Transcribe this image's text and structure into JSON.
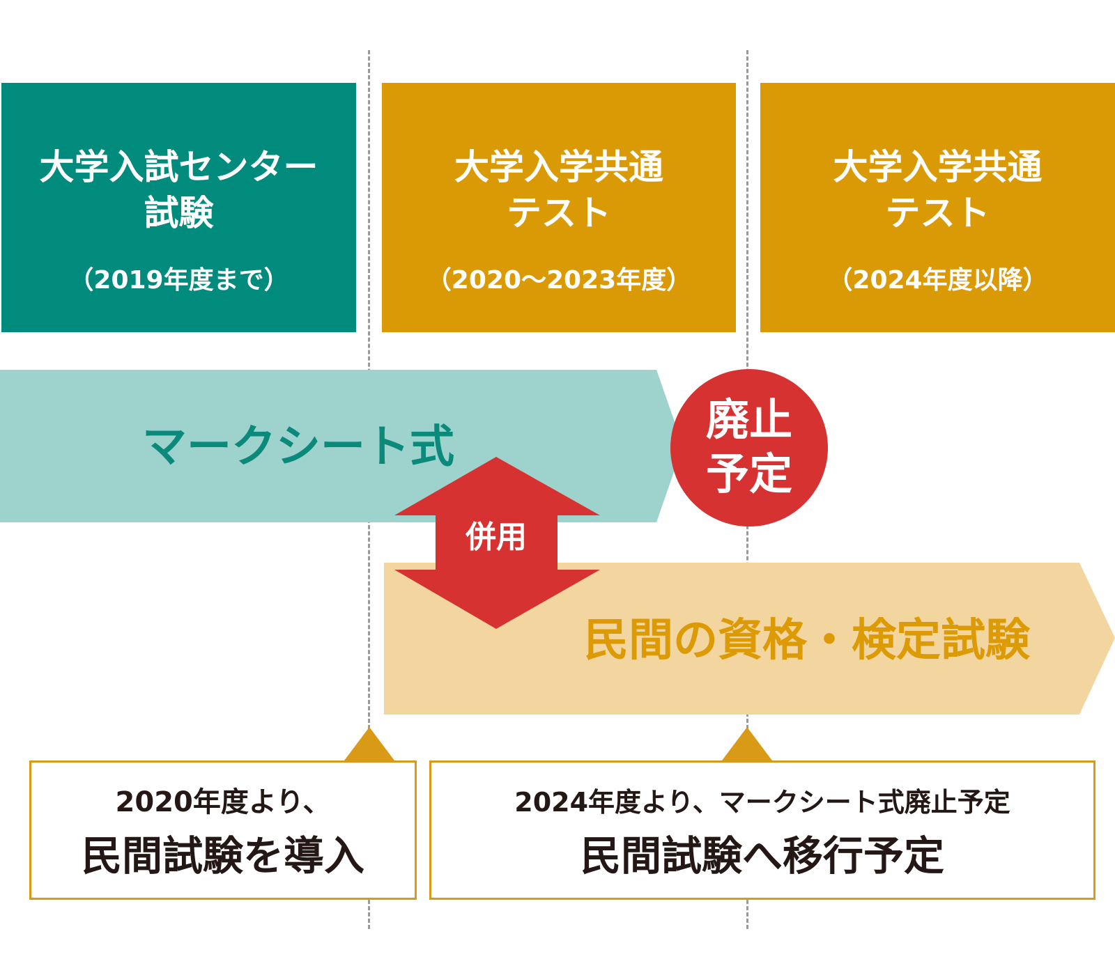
{
  "colors": {
    "era_center": "#008b7d",
    "era_common": "#da9a05",
    "mark_sheet_band": "#9ed3cd",
    "mark_sheet_text": "#0b8a7b",
    "private_band": "#f2d59f",
    "private_text": "#dc9a05",
    "accent_red": "#d73232",
    "note_border": "#d99a17",
    "divider": "#9a9a9a",
    "text_dark": "#231815"
  },
  "eras": [
    {
      "title": "大学入試センター\n試験",
      "period": "（2019年度まで）"
    },
    {
      "title": "大学入学共通\nテスト",
      "period": "（2020〜2023年度）"
    },
    {
      "title": "大学入学共通\nテスト",
      "period": "（2024年度以降）"
    }
  ],
  "mark_sheet": {
    "label": "マークシート式"
  },
  "abolish_badge": {
    "label": "廃止\n予定"
  },
  "combined_use": {
    "label": "併用"
  },
  "private_tests": {
    "label": "民間の資格・検定試験"
  },
  "notes": [
    {
      "line1": "2020年度より、",
      "line2": "民間試験を導入"
    },
    {
      "line1": "2024年度より、マークシート式廃止予定",
      "line2": "民間試験へ移行予定"
    }
  ]
}
